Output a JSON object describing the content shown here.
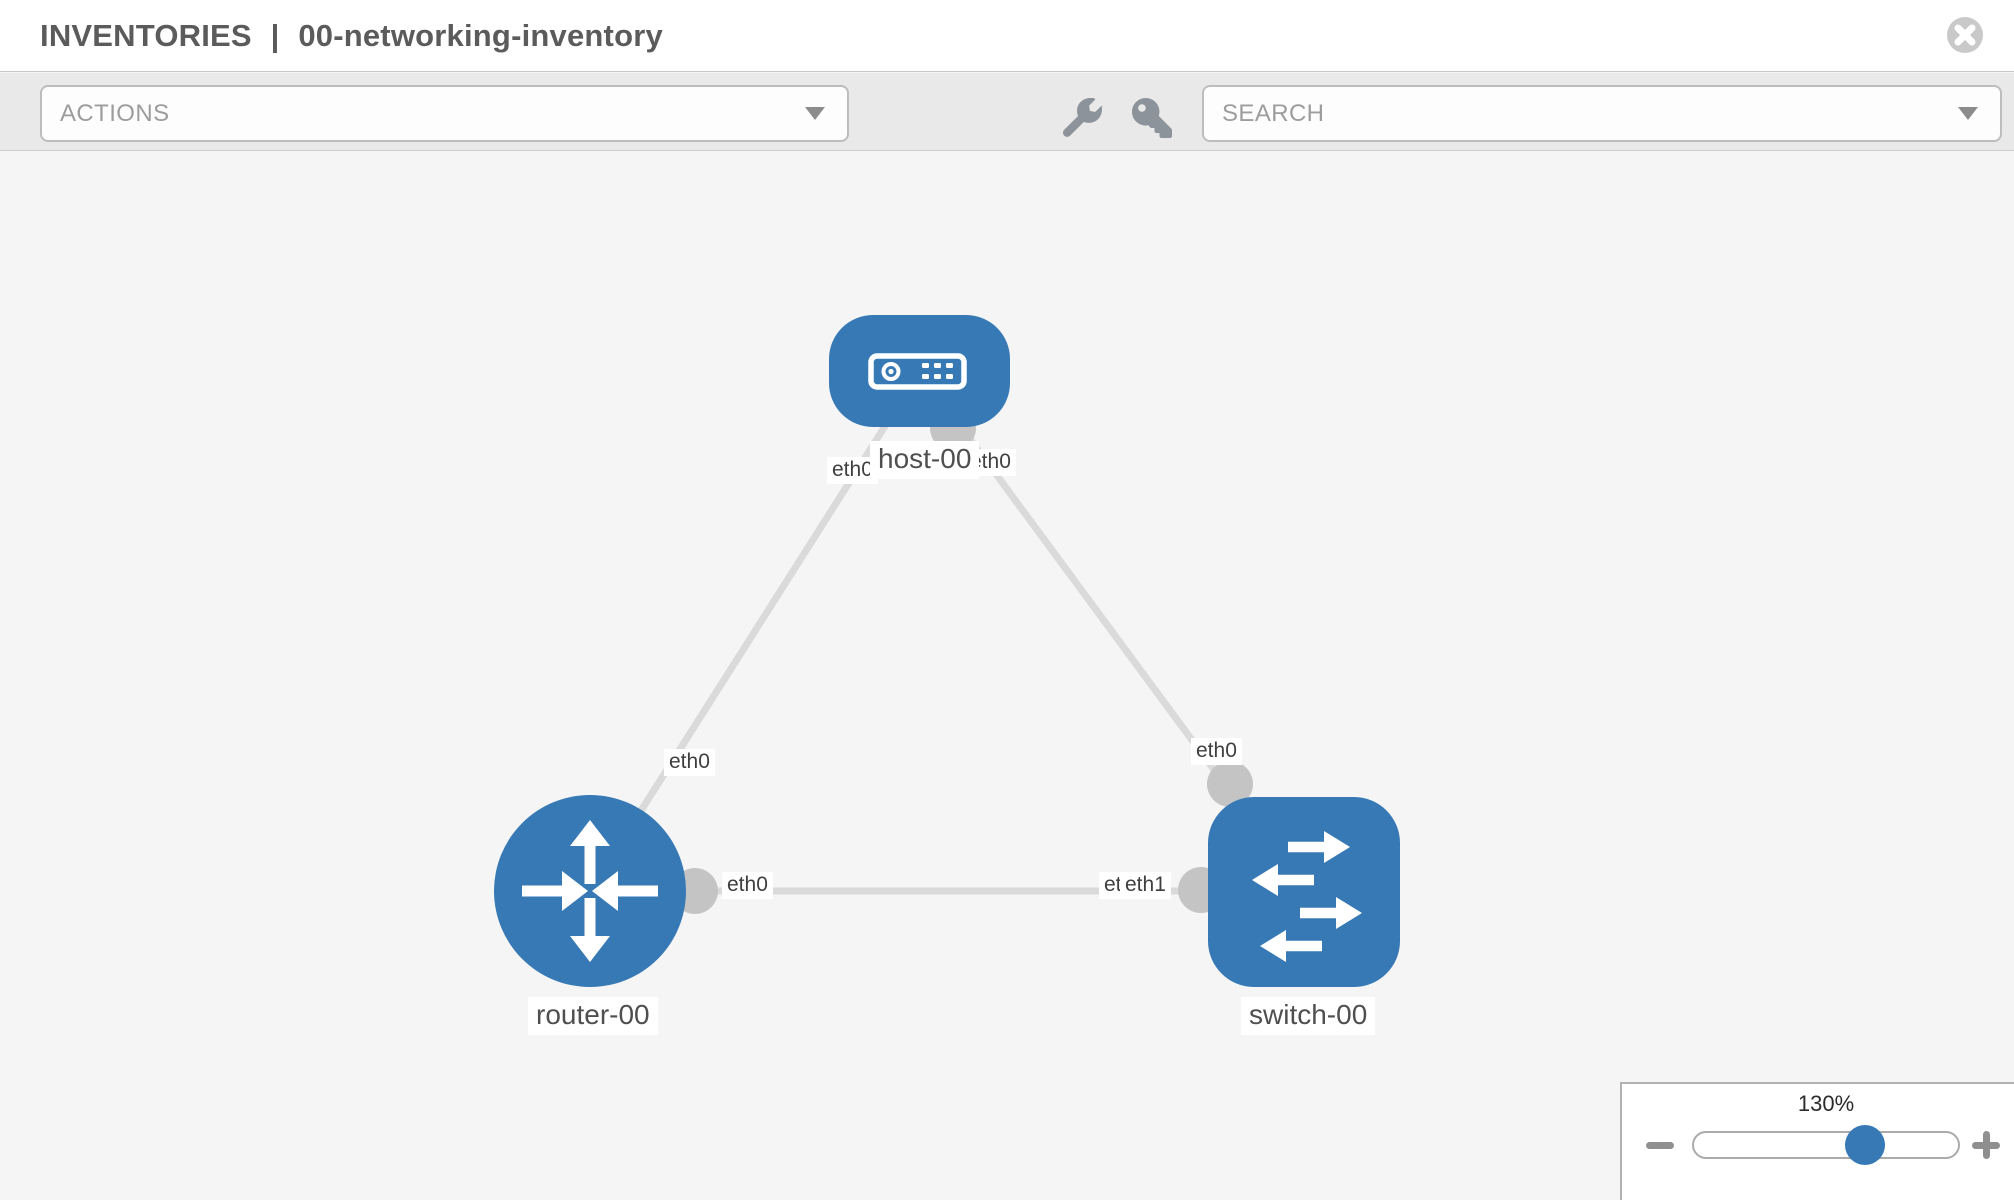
{
  "header": {
    "section": "INVENTORIES",
    "separator": "|",
    "inventory_name": "00-networking-inventory"
  },
  "toolbar": {
    "actions_label": "ACTIONS",
    "search_label": "SEARCH",
    "icons": [
      "wrench-icon",
      "key-icon",
      "chevron-down-icon"
    ]
  },
  "topology": {
    "nodes": [
      {
        "name": "host-00",
        "type": "host"
      },
      {
        "name": "router-00",
        "type": "router"
      },
      {
        "name": "switch-00",
        "type": "switch"
      }
    ],
    "links": [
      {
        "from": "host-00",
        "to": "router-00"
      },
      {
        "from": "host-00",
        "to": "switch-00"
      },
      {
        "from": "router-00",
        "to": "switch-00"
      }
    ],
    "interface_labels": [
      {
        "id": "host-uplink-left",
        "text": "eth0"
      },
      {
        "id": "host-uplink-right",
        "text": "eth0"
      },
      {
        "id": "router-uplink-end",
        "text": "eth0"
      },
      {
        "id": "switch-uplink-end",
        "text": "eth0"
      },
      {
        "id": "router-lan-end",
        "text": "eth0"
      },
      {
        "id": "switch-lan-end-back",
        "text": "eth0"
      },
      {
        "id": "switch-lan-end-front",
        "text": "eth1"
      }
    ]
  },
  "zoom_control": {
    "value": "130%",
    "decrease": "−",
    "increase": "+"
  },
  "colors": {
    "node_fill": "#3779b5",
    "link": "#dadada",
    "connector": "#c4c4c4",
    "toolbar_bg": "#e9e9e9",
    "canvas_bg": "#f5f5f6",
    "label_text": "#4f4f4f",
    "slider_handle": "#3779b5"
  }
}
